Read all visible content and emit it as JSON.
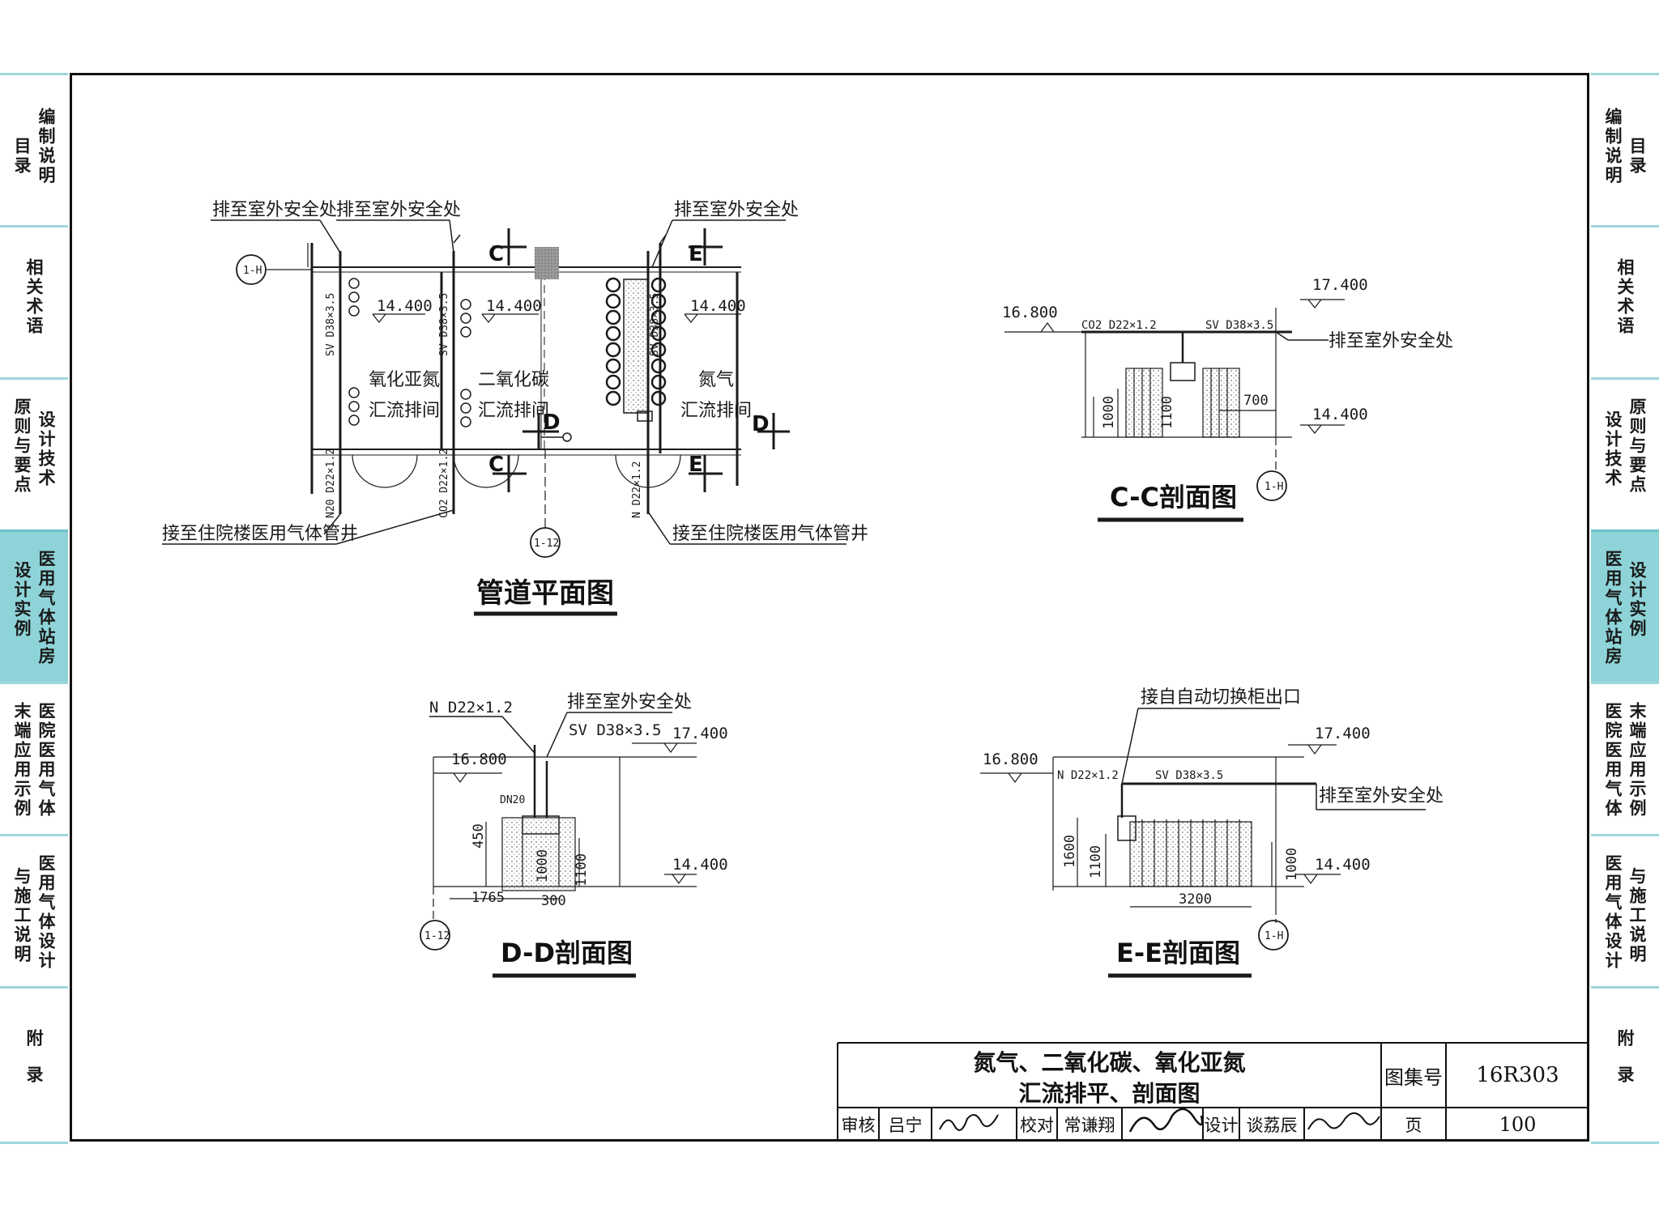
{
  "side_tabs": [
    {
      "cols": [
        "目录",
        "编制说明"
      ],
      "active": false
    },
    {
      "cols": [
        "相关术语"
      ],
      "active": false
    },
    {
      "cols": [
        "原则与要点",
        "设计技术"
      ],
      "active": false
    },
    {
      "cols": [
        "设计实例",
        "医用气体站房"
      ],
      "active": true
    },
    {
      "cols": [
        "末端应用示例",
        "医院医用气体"
      ],
      "active": false
    },
    {
      "cols": [
        "与施工说明",
        "医用气体设计"
      ],
      "active": false
    },
    {
      "cols": [
        "附录"
      ],
      "active": false
    }
  ],
  "colors": {
    "tab_highlight": "#8ed3d7",
    "tab_border": "#9ed6d9",
    "line": "#1a1a1a",
    "hatch": "#777777"
  },
  "plan": {
    "title": "管道平面图",
    "callouts": {
      "exhaust_1": "排至室外安全处",
      "exhaust_2": "排至室外安全处",
      "exhaust_3": "排至室外安全处",
      "connect_1": "接至住院楼医用气体管井",
      "connect_2": "接至住院楼医用气体管井"
    },
    "pipe_labels": {
      "sv1": "SV D38×3.5",
      "sv2": "SV D38×3.5",
      "sv3": "SV D38×3.5",
      "n2o": "N20 D22×1.2",
      "co2": "CO2 D22×1.2",
      "n": "N D22×1.2"
    },
    "levels": {
      "l1": "14.400",
      "l2": "14.400",
      "l3": "14.400"
    },
    "rooms": {
      "n2o_a": "氧化亚氮",
      "n2o_b": "汇流排间",
      "co2_a": "二氧化碳",
      "co2_b": "汇流排间",
      "n2_a": "氮气",
      "n2_b": "汇流排间"
    },
    "section_marks": {
      "c_top": "C",
      "c_bottom": "C",
      "e_top": "E",
      "e_bottom": "E",
      "d_left": "D",
      "d_right": "D"
    },
    "axes": {
      "h": "1-H",
      "a12": "1-12"
    }
  },
  "section_cc": {
    "title": "C-C剖面图",
    "levels": {
      "top": "17.400",
      "mid": "16.800",
      "bottom": "14.400"
    },
    "pipes": {
      "co2": "CO2 D22×1.2",
      "sv": "SV D38×3.5"
    },
    "callout": "排至室外安全处",
    "dims": {
      "d1000": "1000",
      "d1100": "1100",
      "d700": "700"
    },
    "axis": "1-H"
  },
  "section_dd": {
    "title": "D-D剖面图",
    "levels": {
      "top": "17.400",
      "mid": "16.800",
      "bottom": "14.400"
    },
    "pipes": {
      "n": "N D22×1.2",
      "sv": "SV D38×3.5",
      "dn": "DN20"
    },
    "callout": "排至室外安全处",
    "dims": {
      "d450": "450",
      "d1000": "1000",
      "d1100": "1100",
      "d1765": "1765",
      "d300": "300"
    },
    "axis": "1-12"
  },
  "section_ee": {
    "title": "E-E剖面图",
    "levels": {
      "top": "17.400",
      "mid": "16.800",
      "bottom": "14.400"
    },
    "pipes": {
      "n": "N D22×1.2",
      "sv": "SV D38×3.5"
    },
    "callouts": {
      "source": "接自自动切换柜出口",
      "exhaust": "排至室外安全处"
    },
    "dims": {
      "d1600": "1600",
      "d1100": "1100",
      "d1000": "1000",
      "d3200": "3200"
    },
    "axis": "1-H"
  },
  "title_block": {
    "drawing_title_1": "氮气、二氧化碳、氧化亚氮",
    "drawing_title_2": "汇流排平、剖面图",
    "atlas_label": "图集号",
    "atlas_no": "16R303",
    "review_label": "审核",
    "reviewer": "吕宁",
    "check_label": "校对",
    "checker": "常谦翔",
    "design_label": "设计",
    "designer": "谈荔辰",
    "page_label": "页",
    "page_no": "100"
  }
}
